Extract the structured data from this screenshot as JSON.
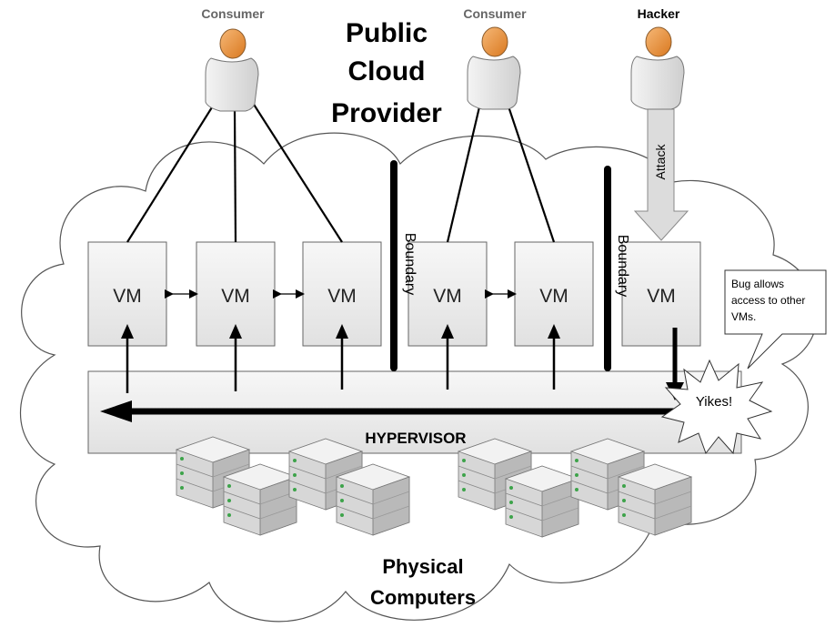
{
  "title": [
    "Public",
    "Cloud",
    "Provider"
  ],
  "actors": [
    {
      "label": "Consumer"
    },
    {
      "label": "Consumer"
    },
    {
      "label": "Hacker"
    }
  ],
  "vm_label": "VM",
  "boundary_label": "Boundary",
  "attack_label": "Attack",
  "hypervisor_label": "HYPERVISOR",
  "yikes_label": "Yikes!",
  "callout_lines": [
    "Bug allows",
    "access to other",
    "VMs."
  ],
  "physical_label": [
    "Physical",
    "Computers"
  ],
  "colors": {
    "person_head": "#e8913a",
    "person_body": "#e6e6e6",
    "vm_fill": "#ededed",
    "line": "#000000"
  },
  "icons": {
    "person": "person-icon",
    "server": "server-rack-icon"
  }
}
